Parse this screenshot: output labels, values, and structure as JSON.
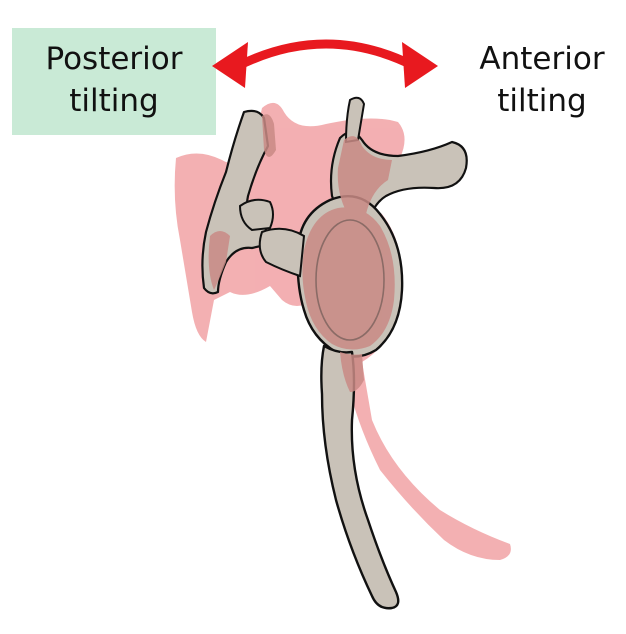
{
  "labels": {
    "posterior_line1": "Posterior",
    "posterior_line2": "tilting",
    "anterior_line1": "Anterior",
    "anterior_line2": "tilting"
  },
  "colors": {
    "label_box_bg": "#c9ead6",
    "arrow": "#e8191f",
    "bone_fill": "#c9c2b8",
    "bone_outline": "#111111",
    "ghost_fill": "#f2a7aa",
    "overlap_fill": "#c98a85"
  },
  "icons": {
    "arrow": "double-headed-curved-arrow"
  }
}
